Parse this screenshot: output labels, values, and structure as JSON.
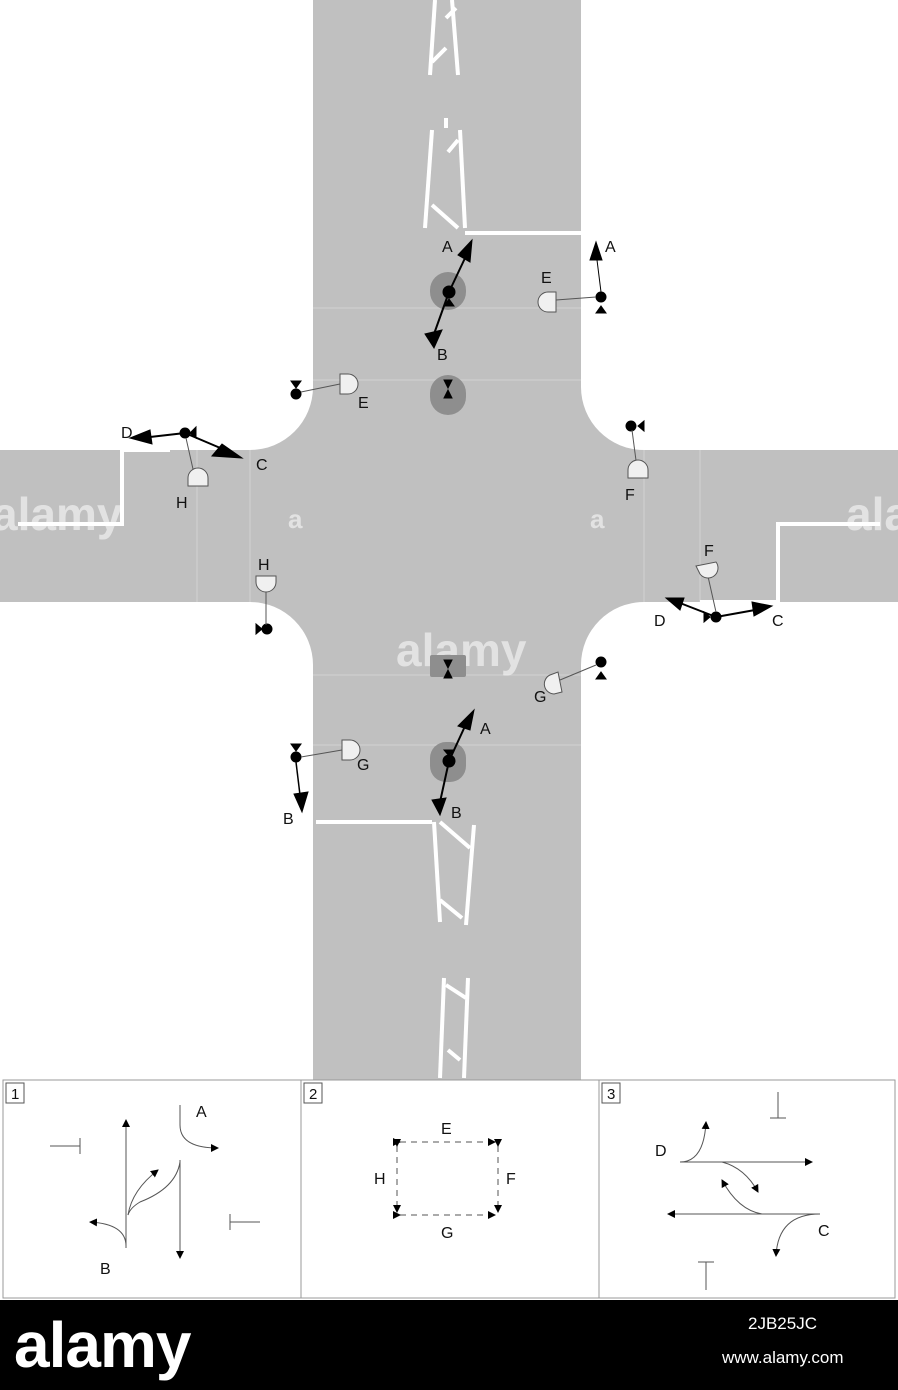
{
  "diagram": {
    "title": "",
    "colors": {
      "road": "#c0c0c0",
      "marking": "#ffffff",
      "island": "#8e8e8e",
      "ink": "#000000",
      "line": "#555555"
    },
    "watermark": {
      "main": "alamy",
      "small": "a"
    },
    "intersection_labels": {
      "north_A": "A",
      "north_B": "B",
      "north_E_right": "E",
      "north_A_right": "A",
      "E_left": "E",
      "D_left": "D",
      "C_left": "C",
      "H_left_top": "H",
      "H_left_bottom": "H",
      "F_right_top": "F",
      "F_right_bottom": "F",
      "D_right": "D",
      "C_right": "C",
      "G_right": "G",
      "south_A": "A",
      "south_B": "B",
      "G_left": "G",
      "B_left": "B"
    },
    "panels": [
      {
        "number": "1",
        "labels": {
          "a": "A",
          "b": "B"
        }
      },
      {
        "number": "2",
        "labels": {
          "e": "E",
          "f": "F",
          "g": "G",
          "h": "H"
        }
      },
      {
        "number": "3",
        "labels": {
          "d": "D",
          "c": "C"
        }
      }
    ]
  },
  "footer": {
    "logo": "alamy",
    "image_id": "2JB25JC",
    "site": "www.alamy.com"
  }
}
